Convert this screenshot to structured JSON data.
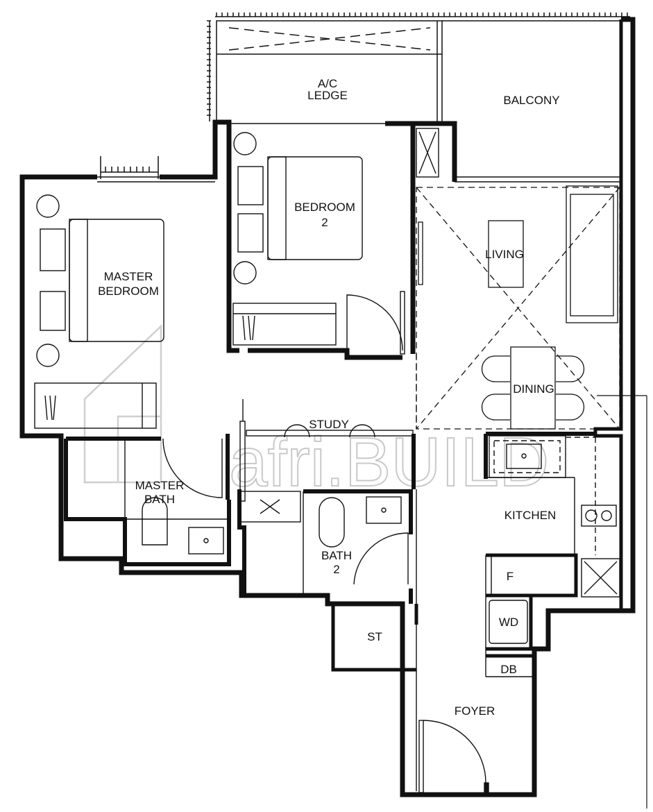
{
  "rooms": {
    "ac_ledge": [
      "A/C",
      "LEDGE"
    ],
    "balcony": "BALCONY",
    "bedroom2": [
      "BEDROOM",
      "2"
    ],
    "master_bedroom": [
      "MASTER",
      "BEDROOM"
    ],
    "living": "LIVING",
    "dining": "DINING",
    "study": "STUDY",
    "master_bath": [
      "MASTER",
      "BATH"
    ],
    "bath2": [
      "BATH",
      "2"
    ],
    "kitchen": "KITCHEN",
    "store": "ST",
    "fridge": "F",
    "washer_dryer": "WD",
    "db": "DB",
    "foyer": "FOYER"
  },
  "watermark": "afri.BUILD"
}
